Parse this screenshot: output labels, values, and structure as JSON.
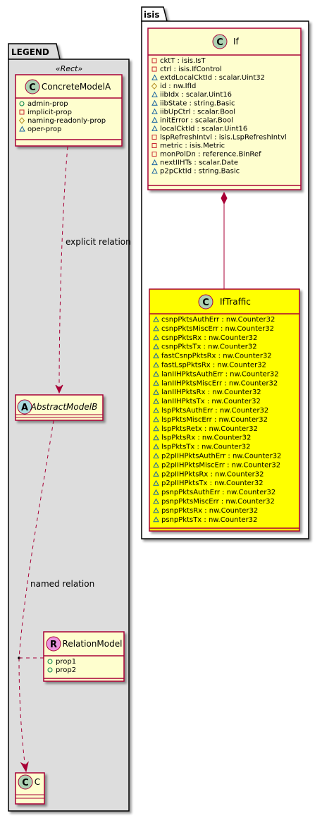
{
  "packages": {
    "legend": {
      "title": "LEGEND",
      "stereotype": "«Rect»"
    },
    "isis": {
      "title": "isis"
    }
  },
  "legend_classes": {
    "concrete": {
      "kind_letter": "C",
      "name": "ConcreteModelA",
      "members": [
        {
          "vis": "+",
          "text": "admin-prop"
        },
        {
          "vis": "-",
          "text": "implicit-prop"
        },
        {
          "vis": "#",
          "text": "naming-readonly-prop"
        },
        {
          "vis": "~",
          "text": "oper-prop"
        }
      ]
    },
    "abstract": {
      "kind_letter": "A",
      "name": "AbstractModelB"
    },
    "relation": {
      "kind_letter": "R",
      "name": "RelationModel",
      "members": [
        {
          "vis": "+",
          "text": "prop1"
        },
        {
          "vis": "+",
          "text": "prop2"
        }
      ]
    },
    "c": {
      "kind_letter": "C",
      "name": "C"
    }
  },
  "relations": {
    "explicit": "explicit relation",
    "named": "named relation"
  },
  "isis_classes": {
    "if": {
      "kind_letter": "C",
      "name": "If",
      "members": [
        {
          "vis": "-",
          "text": "cktT : isis.IsT"
        },
        {
          "vis": "-",
          "text": "ctrl : isis.IfControl"
        },
        {
          "vis": "~",
          "text": "extdLocalCktId : scalar.Uint32"
        },
        {
          "vis": "#",
          "text": "id : nw.IfId"
        },
        {
          "vis": "~",
          "text": "iibIdx : scalar.Uint16"
        },
        {
          "vis": "~",
          "text": "iibState : string.Basic"
        },
        {
          "vis": "~",
          "text": "iibUpCtrl : scalar.Bool"
        },
        {
          "vis": "~",
          "text": "initError : scalar.Bool"
        },
        {
          "vis": "~",
          "text": "localCktId : scalar.Uint16"
        },
        {
          "vis": "-",
          "text": "lspRefreshIntvl : isis.LspRefreshIntvl"
        },
        {
          "vis": "-",
          "text": "metric : isis.Metric"
        },
        {
          "vis": "-",
          "text": "monPolDn : reference.BinRef"
        },
        {
          "vis": "~",
          "text": "nextIIHTs : scalar.Date"
        },
        {
          "vis": "~",
          "text": "p2pCktId : string.Basic"
        }
      ]
    },
    "iftraffic": {
      "kind_letter": "C",
      "name": "IfTraffic",
      "members": [
        {
          "vis": "~",
          "text": "csnpPktsAuthErr : nw.Counter32"
        },
        {
          "vis": "~",
          "text": "csnpPktsMiscErr : nw.Counter32"
        },
        {
          "vis": "~",
          "text": "csnpPktsRx : nw.Counter32"
        },
        {
          "vis": "~",
          "text": "csnpPktsTx : nw.Counter32"
        },
        {
          "vis": "~",
          "text": "fastCsnpPktsRx : nw.Counter32"
        },
        {
          "vis": "~",
          "text": "fastLspPktsRx : nw.Counter32"
        },
        {
          "vis": "~",
          "text": "lanIIHPktsAuthErr : nw.Counter32"
        },
        {
          "vis": "~",
          "text": "lanIIHPktsMiscErr : nw.Counter32"
        },
        {
          "vis": "~",
          "text": "lanIIHPktsRx : nw.Counter32"
        },
        {
          "vis": "~",
          "text": "lanIIHPktsTx : nw.Counter32"
        },
        {
          "vis": "~",
          "text": "lspPktsAuthErr : nw.Counter32"
        },
        {
          "vis": "~",
          "text": "lspPktsMiscErr : nw.Counter32"
        },
        {
          "vis": "~",
          "text": "lspPktsRetx : nw.Counter32"
        },
        {
          "vis": "~",
          "text": "lspPktsRx : nw.Counter32"
        },
        {
          "vis": "~",
          "text": "lspPktsTx : nw.Counter32"
        },
        {
          "vis": "~",
          "text": "p2pIIHPktsAuthErr : nw.Counter32"
        },
        {
          "vis": "~",
          "text": "p2pIIHPktsMiscErr : nw.Counter32"
        },
        {
          "vis": "~",
          "text": "p2pIIHPktsRx : nw.Counter32"
        },
        {
          "vis": "~",
          "text": "p2pIIHPktsTx : nw.Counter32"
        },
        {
          "vis": "~",
          "text": "psnpPktsAuthErr : nw.Counter32"
        },
        {
          "vis": "~",
          "text": "psnpPktsMiscErr : nw.Counter32"
        },
        {
          "vis": "~",
          "text": "psnpPktsRx : nw.Counter32"
        },
        {
          "vis": "~",
          "text": "psnpPktsTx : nw.Counter32"
        }
      ]
    }
  },
  "colors": {
    "class_fill": "#FEFECE",
    "class_border": "#A80036",
    "highlight_fill": "#FFFF00",
    "legend_bg": "#DDDDDD",
    "circle_class": "#ADD1B2",
    "circle_abstract": "#A9DCDF",
    "circle_relation": "#EB93DF",
    "vis_private_stroke": "#C82930",
    "vis_protected": "#B38D22",
    "vis_package": "#1963A0",
    "vis_public": "#038048"
  }
}
